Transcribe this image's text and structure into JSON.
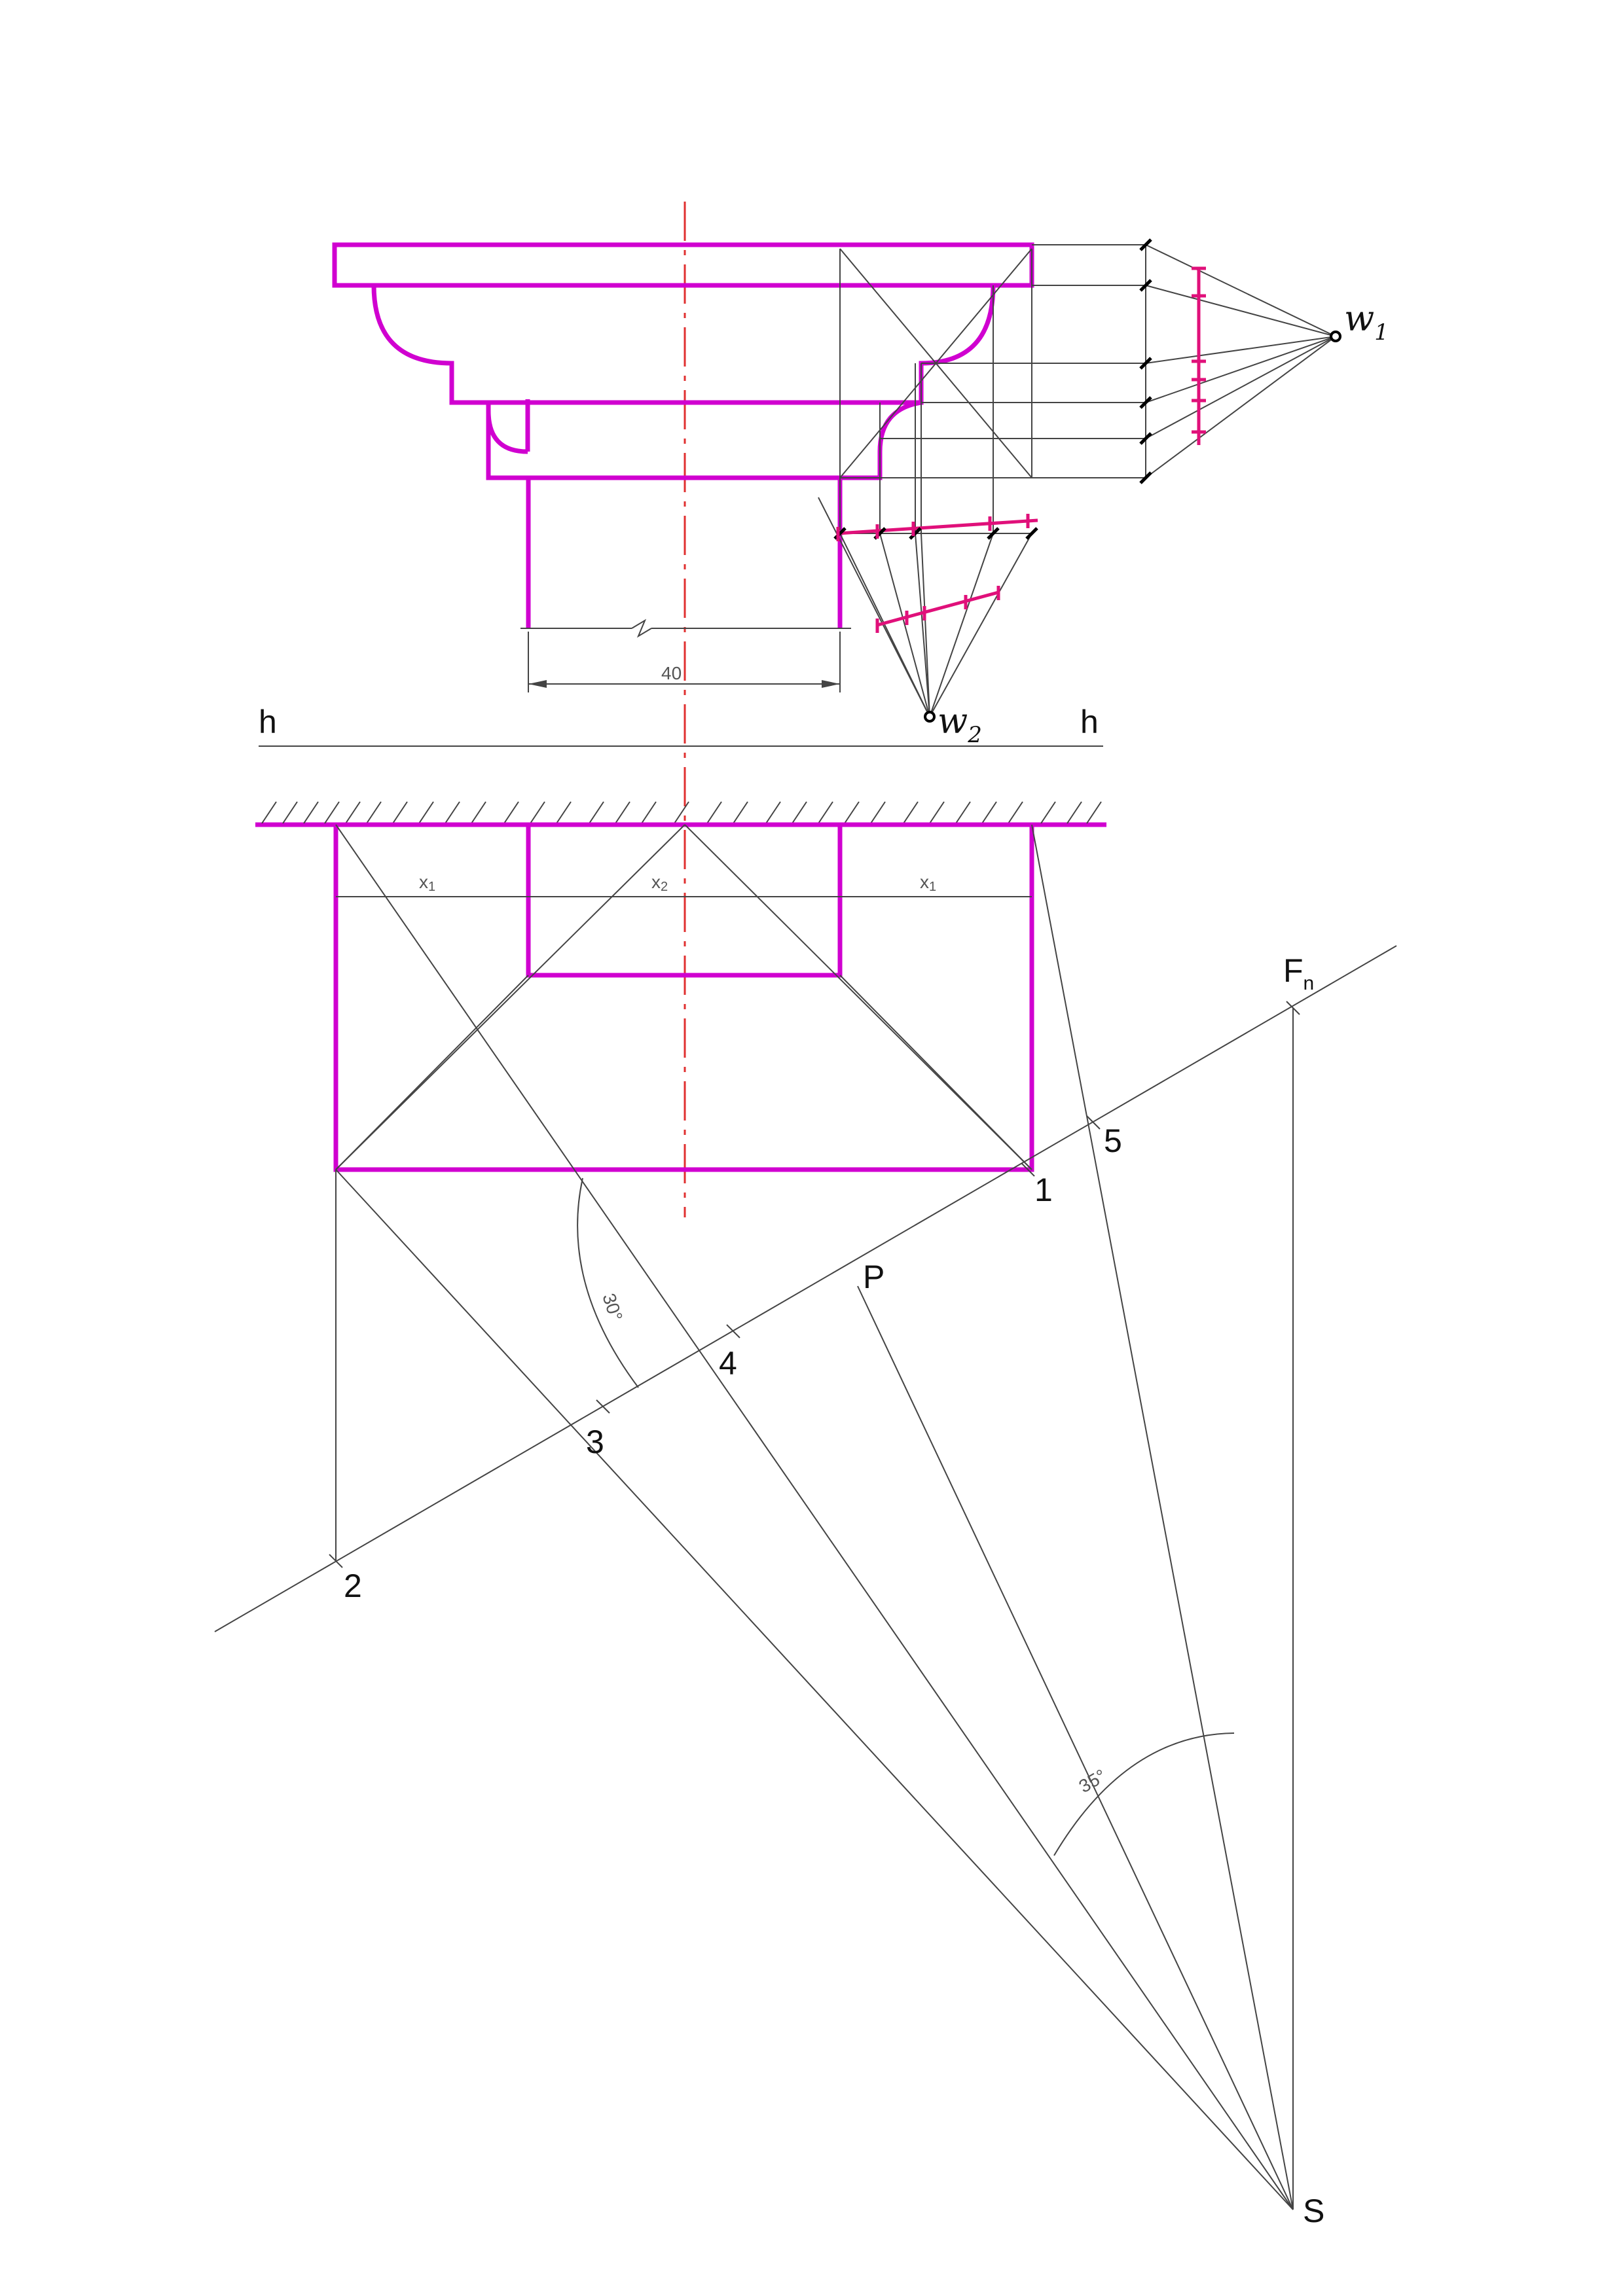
{
  "labels": {
    "w1": "w",
    "w1_sub": "1",
    "w2": "w",
    "w2_sub": "2",
    "h_left": "h",
    "h_right": "h",
    "dim_40": "40",
    "x1_left": "x",
    "x1_left_sub": "1",
    "x2": "x",
    "x2_sub": "2",
    "x1_right": "x",
    "x1_right_sub": "1",
    "fn": "F",
    "fn_sub": "n",
    "p1": "1",
    "p2": "2",
    "p3": "3",
    "p4": "4",
    "p5": "5",
    "p": "P",
    "s": "S",
    "angle_30": "30°",
    "angle_35": "35°"
  },
  "colors": {
    "outline": "#d000d0",
    "division_marks": "#e0107a",
    "axis": "#e03030",
    "construction": "#444444"
  }
}
